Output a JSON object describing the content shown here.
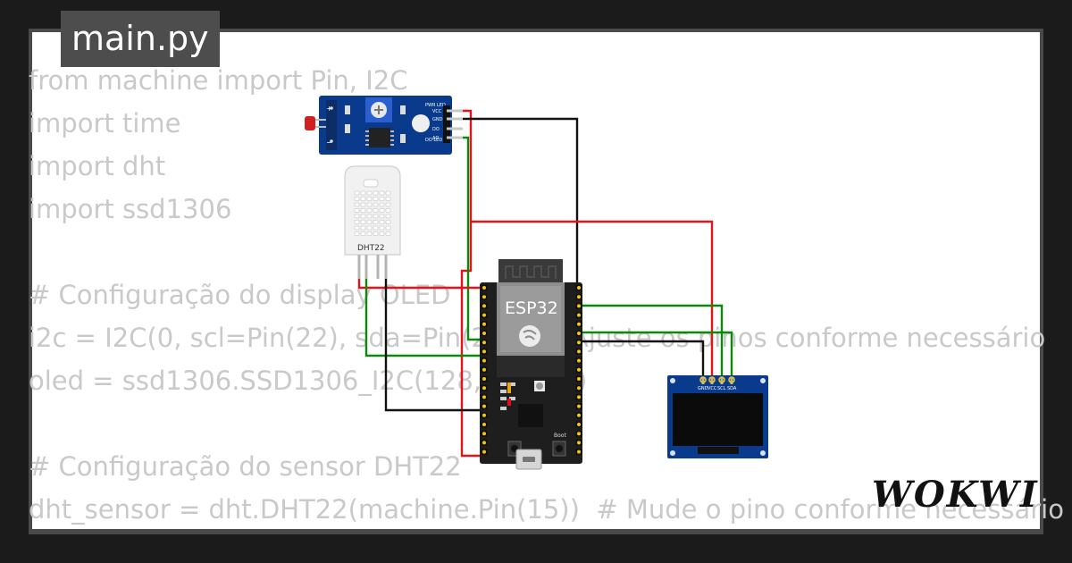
{
  "file_tab": "main.py",
  "brand": "WOKWI",
  "code_lines": [
    "from machine import Pin, I2C",
    "import time",
    "import dht",
    "import ssd1306",
    "",
    "# Configuração do display OLED",
    "i2c = I2C(0, scl=Pin(22), sda=Pin(21))  # Ajuste os pinos conforme necessário",
    "oled = ssd1306.SSD1306_I2C(128, 64, i2c)",
    "",
    "# Configuração do sensor DHT22",
    "dht_sensor = dht.DHT22(machine.Pin(15))  # Mude o pino conforme necessário"
  ],
  "components": {
    "ldr_module": {
      "pin_labels": [
        "VCC",
        "GND",
        "DO",
        "AO"
      ],
      "led_labels": [
        "PWR LED",
        "DO LED"
      ]
    },
    "dht22": {
      "label": "DHT22"
    },
    "esp32": {
      "label": "ESP32",
      "button_label": "Boot"
    },
    "oled": {
      "pin_labels": [
        "GND",
        "VCC",
        "SCL",
        "SDA"
      ]
    }
  },
  "colors": {
    "wire_red": "#e8121b",
    "wire_green": "#0a8a0a",
    "wire_black": "#111111",
    "board_blue": "#0a3a8c",
    "board_black": "#1e1e1e",
    "header_yellow": "#f2c617"
  }
}
